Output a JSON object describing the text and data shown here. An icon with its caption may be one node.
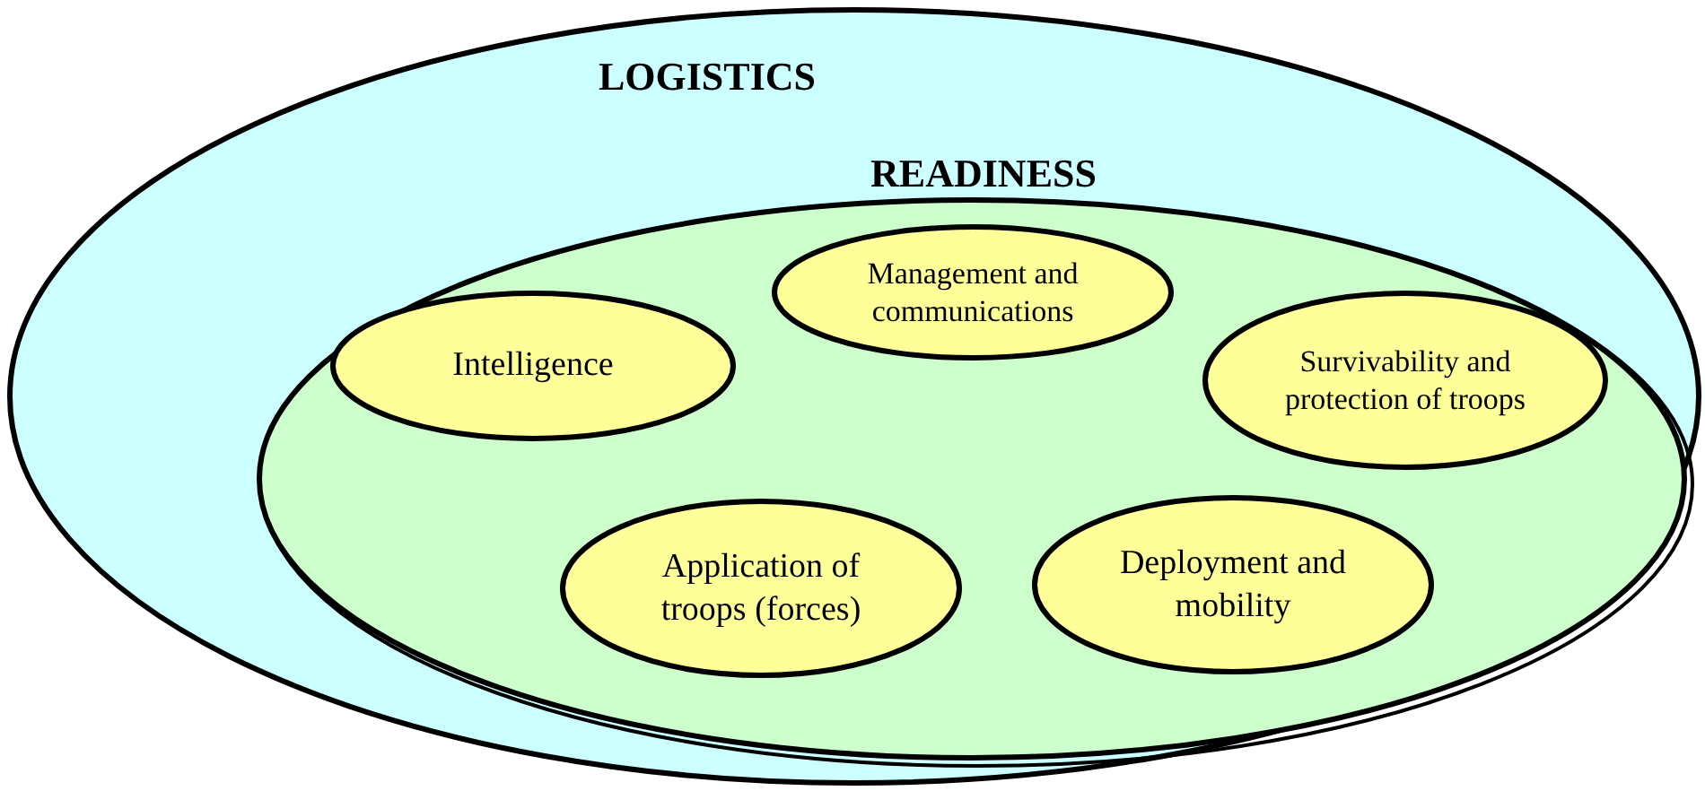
{
  "diagram": {
    "nodes": [
      {
        "text": [
          "LOGISTICS"
        ]
      },
      {
        "text": [
          "READINESS"
        ],
        "in": 0
      },
      {
        "text": [
          "Management and communications"
        ],
        "in": 1
      },
      {
        "text": [
          "Intelligence"
        ],
        "in": 1
      },
      {
        "text": [
          "Survivability and protection of troops"
        ],
        "in": 1
      },
      {
        "text": [
          "Application of troops (forces)"
        ],
        "in": 1
      },
      {
        "text": [
          "Deployment and mobility"
        ],
        "in": 1
      }
    ]
  }
}
